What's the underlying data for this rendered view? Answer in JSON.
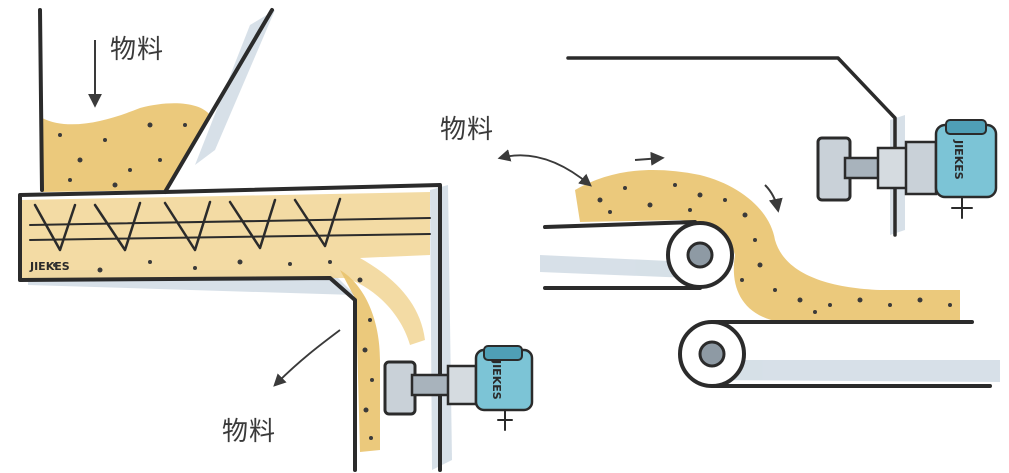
{
  "labels": {
    "material_top": "物料",
    "material_middle": "物料",
    "material_bottom": "物料"
  },
  "brand": {
    "sensor_left": "JIEKES",
    "sensor_right": "JIEKES",
    "screw_housing": "JIEKES"
  },
  "colors": {
    "material": "#e9c36e",
    "material_light": "#f2d79a",
    "ink": "#2b2b2b",
    "shadow": "#c6d3de",
    "sensor_blue": "#7cc4d6",
    "sensor_blue_dark": "#4f9fb6",
    "metal": "#a8b3bc"
  },
  "icons": {
    "sensor": "capacitive-level-sensor-icon",
    "roller": "conveyor-roller-icon",
    "arrow": "flow-arrow-icon"
  }
}
